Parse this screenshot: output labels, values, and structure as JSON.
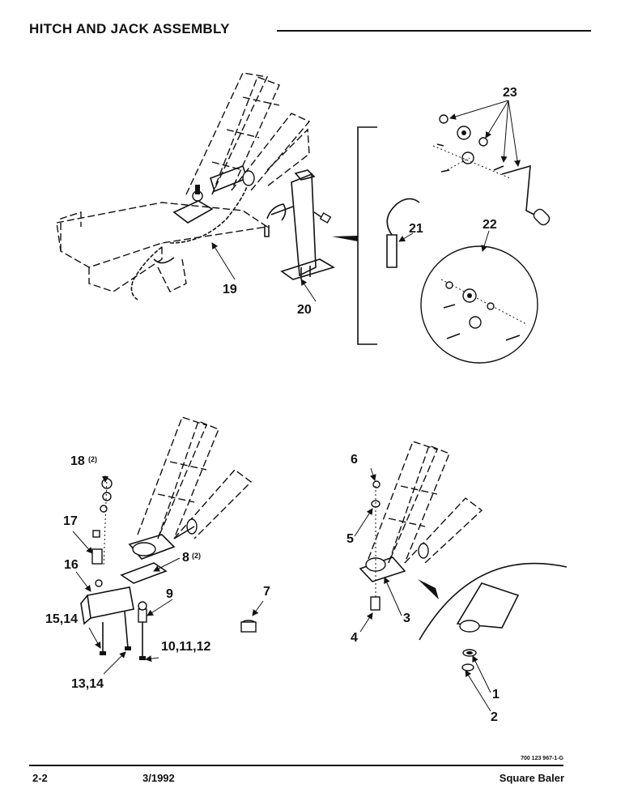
{
  "header": {
    "title": "HITCH AND JACK ASSEMBLY"
  },
  "callouts": {
    "p1": "1",
    "p2": "2",
    "p3": "3",
    "p4": "4",
    "p5": "5",
    "p6": "6",
    "p7": "7",
    "p8": "8",
    "p8_qty": "(2)",
    "p9": "9",
    "p10_12": "10,11,12",
    "p13_14": "13,14",
    "p15_14": "15,14",
    "p16": "16",
    "p17": "17",
    "p18": "18",
    "p18_qty": "(2)",
    "p19": "19",
    "p20": "20",
    "p21": "21",
    "p22": "22",
    "p23": "23"
  },
  "footer": {
    "drawing_code": "700 123 967-1-G",
    "page": "2-2",
    "date": "3/1992",
    "model": "Square Baler"
  }
}
